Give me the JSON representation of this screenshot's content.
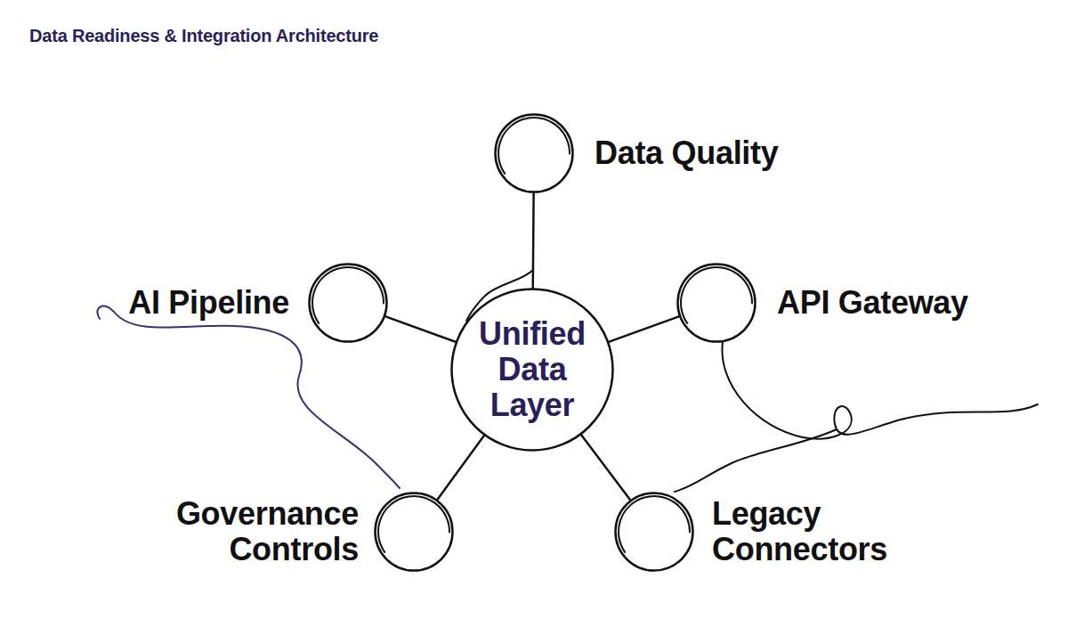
{
  "diagram": {
    "title": "Data Readiness & Integration Architecture",
    "nodes": [
      {
        "text": [
          "Data Quality"
        ]
      },
      {
        "text": [
          "AI Pipeline"
        ]
      },
      {
        "text": [
          "Unified Data Layer"
        ]
      },
      {
        "text": [
          "API Gateway"
        ]
      },
      {
        "text": [
          "Governance Controls"
        ]
      },
      {
        "text": [
          "Legacy Connectors"
        ]
      }
    ],
    "edges": [
      {
        "from": 2,
        "to": 0,
        "arrow": "none"
      },
      {
        "from": 2,
        "to": 1,
        "arrow": "none"
      },
      {
        "from": 2,
        "to": 3,
        "arrow": "none"
      },
      {
        "from": 2,
        "to": 4,
        "arrow": "none"
      },
      {
        "from": 2,
        "to": 5,
        "arrow": "none"
      }
    ]
  }
}
